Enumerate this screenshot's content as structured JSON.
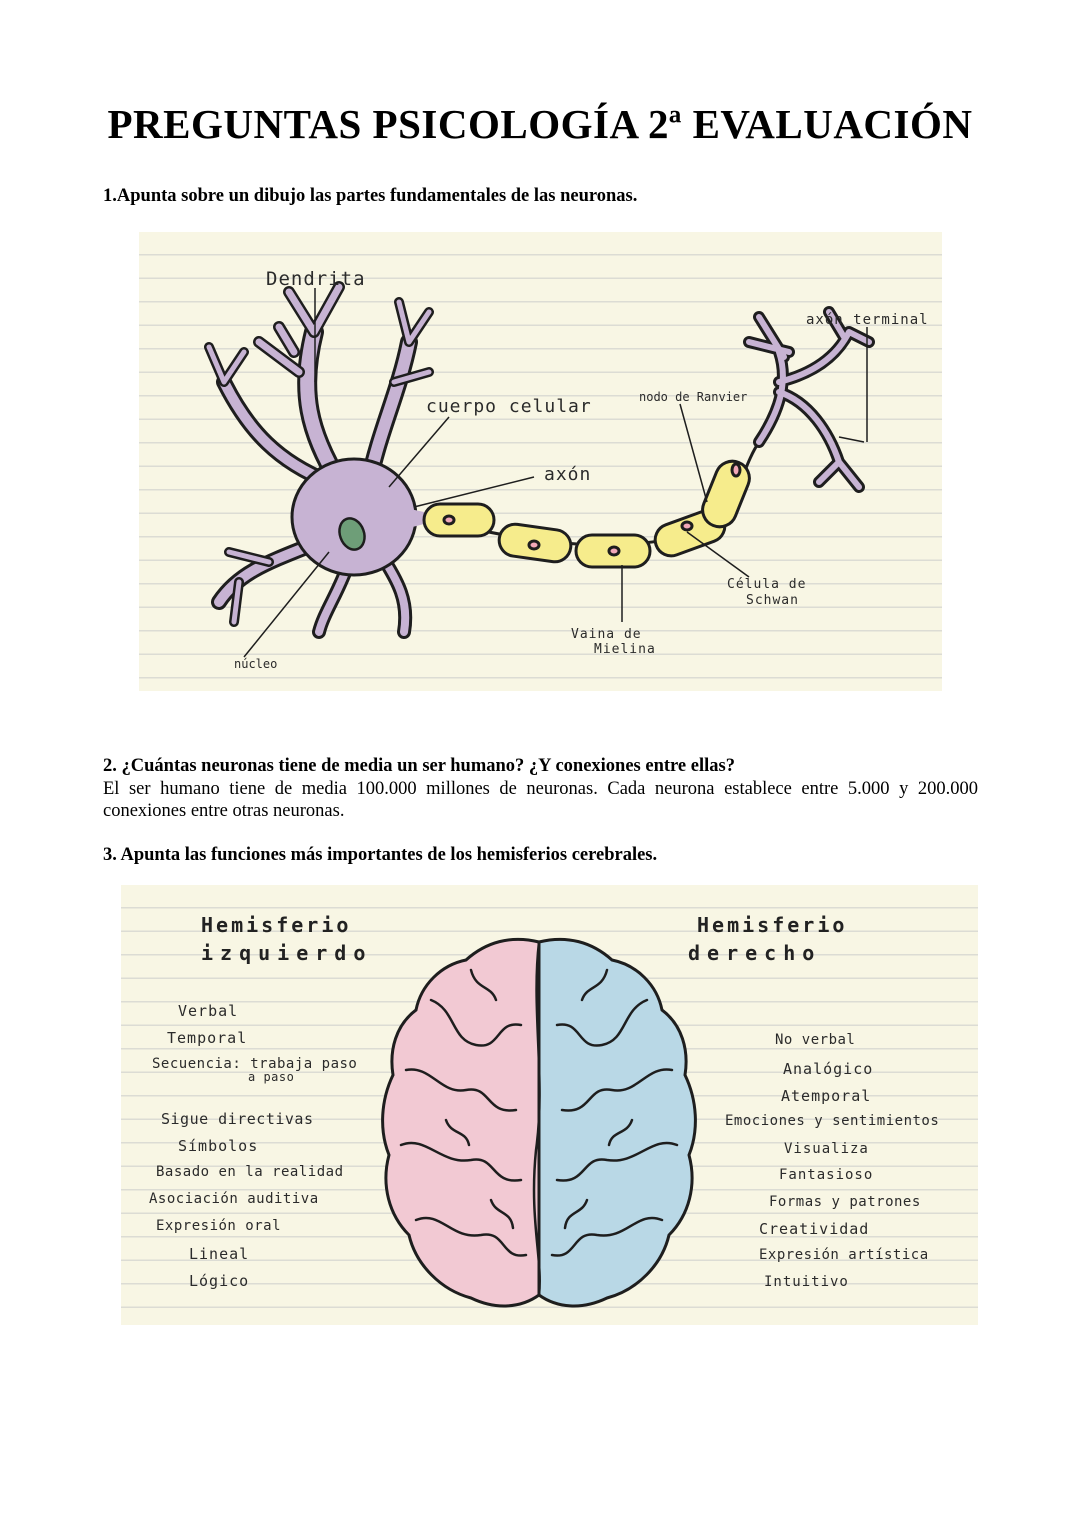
{
  "title": "PREGUNTAS PSICOLOGÍA 2ª EVALUACIÓN",
  "q1": {
    "question": "1.Apunta sobre un dibujo las partes fundamentales de las neuronas.",
    "labels": {
      "dendrita": "Dendrita",
      "cuerpo": "cuerpo celular",
      "axon": "axón",
      "nodo": "nodo de Ranvier",
      "terminal": "axón terminal",
      "schwan_1": "Célula de",
      "schwan_2": "Schwan",
      "vaina_1": "Vaina de",
      "vaina_2": "Mielina",
      "nucleo": "núcleo"
    }
  },
  "q2": {
    "question": "2. ¿Cuántas neuronas tiene de media un ser humano? ¿Y conexiones entre ellas?",
    "answer": "El ser humano tiene de media 100.000 millones de neuronas. Cada neurona establece entre 5.000 y 200.000 conexiones entre otras neuronas."
  },
  "q3": {
    "question": "3. Apunta las funciones más importantes de los hemisferios cerebrales.",
    "left": {
      "heading_1": "Hemisferio",
      "heading_2": "izquierdo",
      "items": [
        "Verbal",
        "Temporal",
        "Secuencia: trabaja paso",
        "a paso",
        "Sigue directivas",
        "Símbolos",
        "Basado en la realidad",
        "Asociación auditiva",
        "Expresión oral",
        "Lineal",
        "Lógico"
      ]
    },
    "right": {
      "heading_1": "Hemisferio",
      "heading_2": "derecho",
      "items": [
        "No verbal",
        "Analógico",
        "Atemporal",
        "Emociones y sentimientos",
        "Visualiza",
        "Fantasioso",
        "Formas y patrones",
        "Creatividad",
        "Expresión artística",
        "Intuitivo"
      ]
    }
  },
  "colors": {
    "neuron": "#c7b3d3",
    "myelin": "#f6ec8c",
    "nucleus": "#6e9e78",
    "brain_left": "#f2c9d3",
    "brain_right": "#b9d8e6"
  }
}
